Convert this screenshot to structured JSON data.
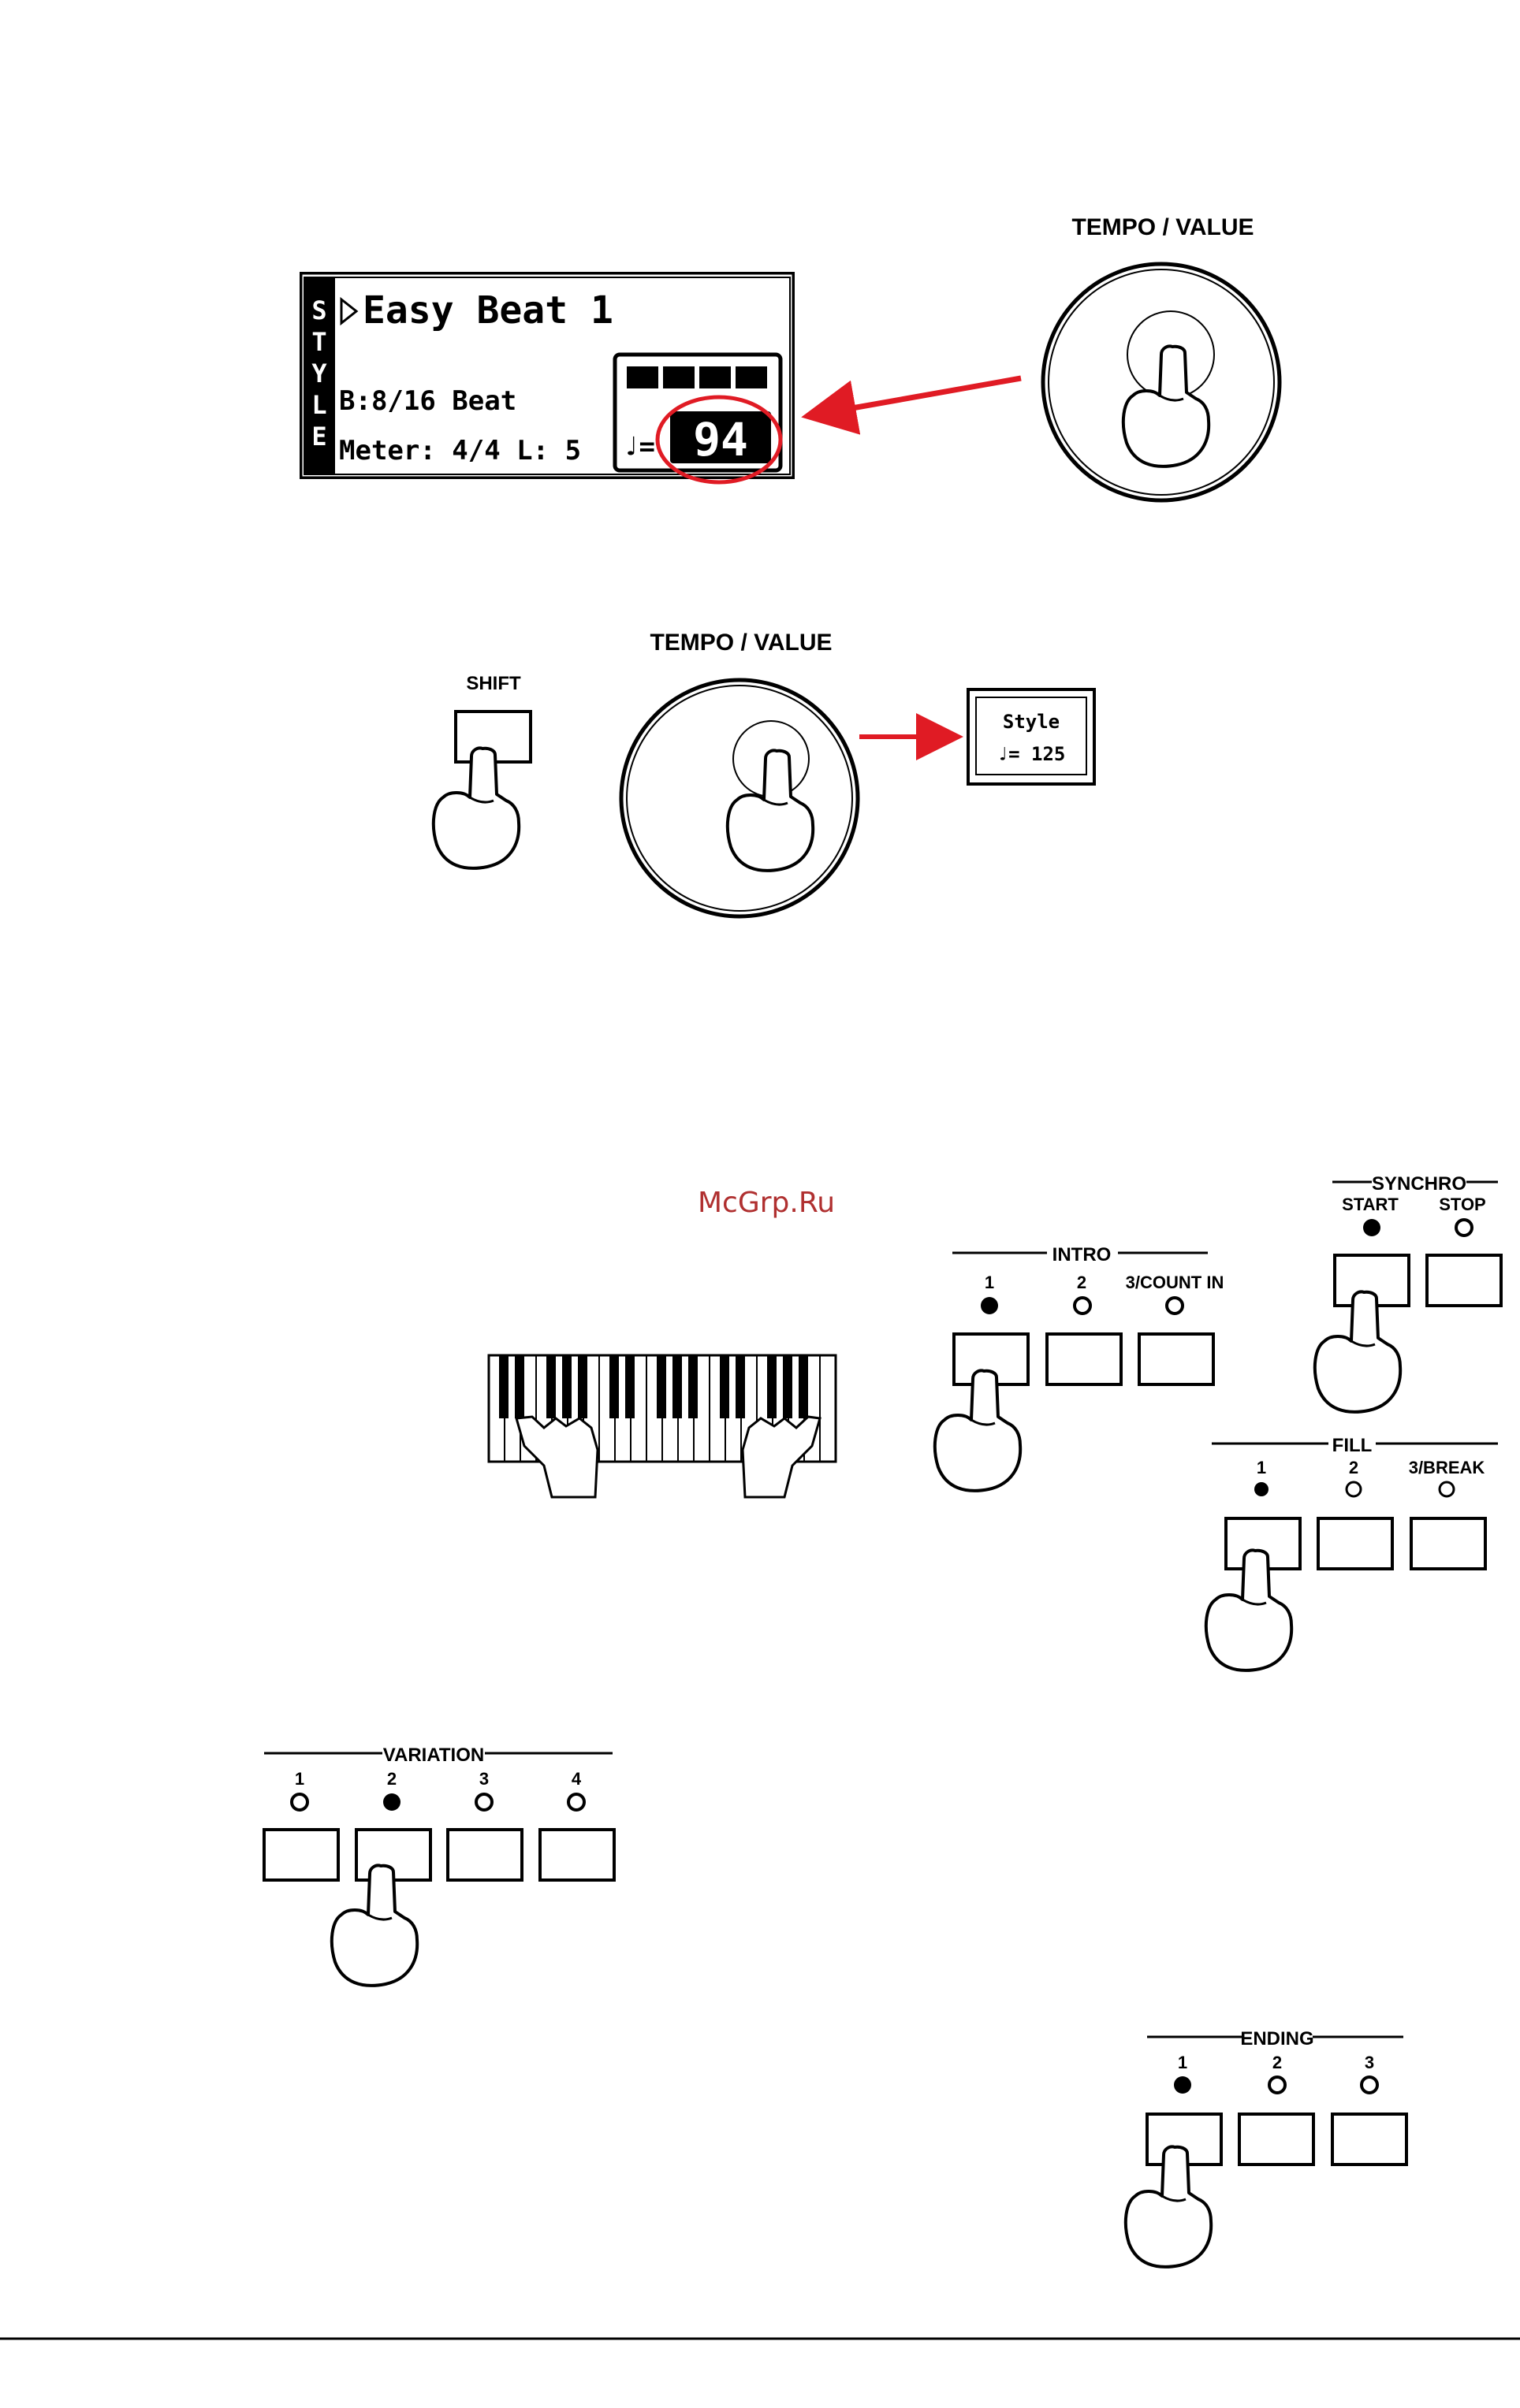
{
  "colors": {
    "ink": "#000000",
    "accent_red": "#e01b24",
    "watermark": "#b03030"
  },
  "tempo_value_label_top": "TEMPO / VALUE",
  "tempo_value_label_mid": "TEMPO / VALUE",
  "style_display": {
    "side_tab": [
      "S",
      "T",
      "Y",
      "L",
      "E"
    ],
    "title": "Easy Beat 1",
    "bank_line": "B:8/16 Beat",
    "meter_line": "Meter:  4/4  L: 5",
    "tempo_symbol": "♩=",
    "tempo_value": "94"
  },
  "shift_label": "SHIFT",
  "popup": {
    "title": "Style",
    "tempo": "♩= 125"
  },
  "watermark": "McGrp.Ru",
  "synchro": {
    "title": "SYNCHRO",
    "start": "START",
    "stop": "STOP"
  },
  "intro": {
    "title": "INTRO",
    "buttons": [
      "1",
      "2",
      "3/COUNT IN"
    ]
  },
  "fill": {
    "title": "FILL",
    "buttons": [
      "1",
      "2",
      "3/BREAK"
    ]
  },
  "variation": {
    "title": "VARIATION",
    "buttons": [
      "1",
      "2",
      "3",
      "4"
    ]
  },
  "ending": {
    "title": "ENDING",
    "buttons": [
      "1",
      "2",
      "3"
    ]
  },
  "icons": [
    "pointing-hand-icon",
    "tempo-dial-icon",
    "keyboard-hands-icon",
    "arrow-icon"
  ]
}
